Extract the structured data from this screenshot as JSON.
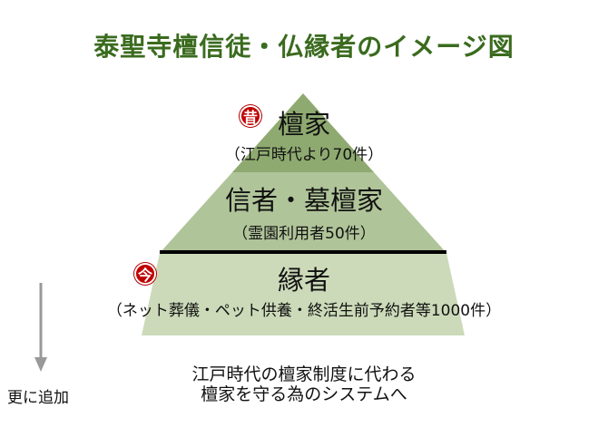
{
  "title": "泰聖寺檀信徒・仏縁者のイメージ図",
  "colors": {
    "title": "#3a6b1e",
    "tier_top": "#8faa70",
    "tier_middle": "#b0c499",
    "tier_bottom": "#ccdab9",
    "divider": "#000000",
    "badge": "#c00000",
    "arrow": "#999999"
  },
  "tiers": [
    {
      "badge": "昔",
      "name": "檀家",
      "detail": "（江戸時代より70件）"
    },
    {
      "name": "信者・墓檀家",
      "detail": "（霊園利用者50件）"
    },
    {
      "badge": "今",
      "name": "縁者",
      "detail": "（ネット葬儀・ペット供養・終活生前予約者等1000件）"
    }
  ],
  "arrow_label": "更に追加",
  "caption": {
    "line1": "江戸時代の檀家制度に代わる",
    "line2": "檀家を守る為のシステムへ"
  }
}
